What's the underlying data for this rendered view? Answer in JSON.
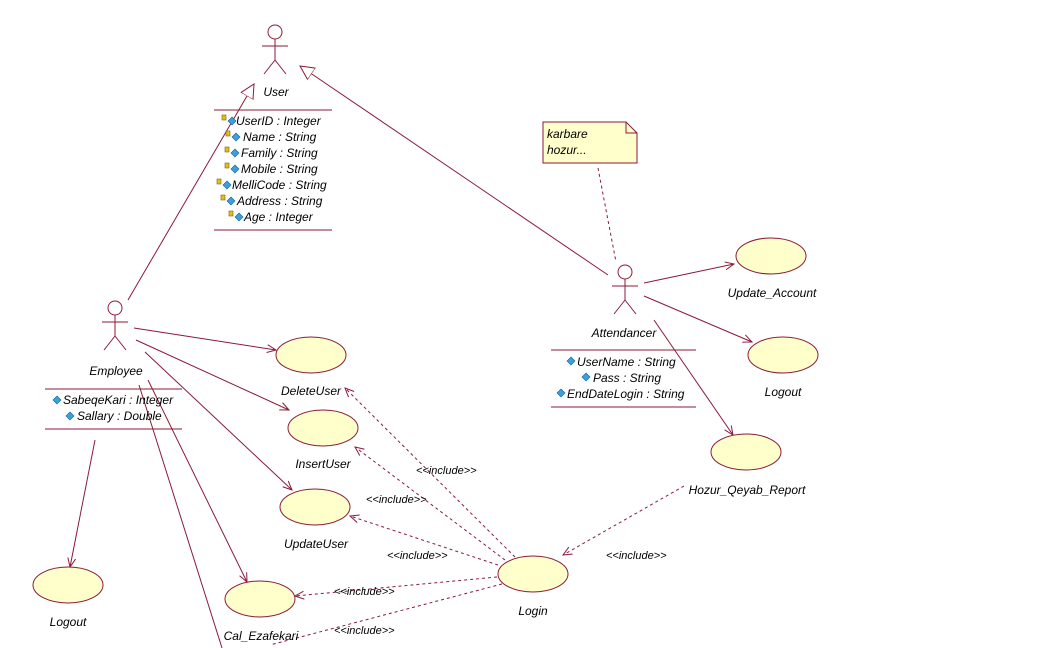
{
  "actors": {
    "user": {
      "name": "User",
      "attributes": [
        "UserID : Integer",
        "Name : String",
        "Family : String",
        "Mobile : String",
        "MelliCode : String",
        "Address : String",
        "Age : Integer"
      ]
    },
    "employee": {
      "name": "Employee",
      "attributes": [
        "SabeqeKari : Integer",
        "Sallary : Double"
      ]
    },
    "attendancer": {
      "name": "Attendancer",
      "attributes": [
        "UserName : String",
        "Pass : String",
        "EndDateLogin : String"
      ]
    }
  },
  "use_cases": {
    "delete_user": "DeleteUser",
    "insert_user": "InsertUser",
    "update_user": "UpdateUser",
    "cal_ezafekari": "Cal_Ezafekari",
    "logout_left": "Logout",
    "login": "Login",
    "update_account": "Update_Account",
    "logout_right": "Logout",
    "hozur_report": "Hozur_Qeyab_Report"
  },
  "note": {
    "line1": "karbare",
    "line2": "hozur..."
  },
  "include_label": "<<include>>",
  "colors": {
    "line": "#8b1a3a",
    "usecase_fill": "#ffffcc",
    "note_fill": "#ffffcc"
  }
}
